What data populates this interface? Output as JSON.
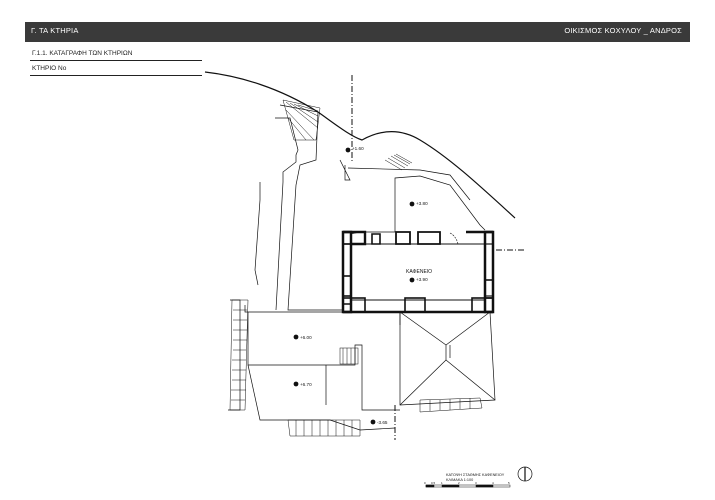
{
  "header": {
    "section_title": "Γ. ΤΑ ΚΤΗΡΙΑ",
    "project_title": "ΟΙΚΙΣΜΟΣ ΚΟΧΥΛΟΥ _ ΑΝΔΡΟΣ"
  },
  "subheader": {
    "subsection": "Γ.1.1. ΚΑΤΑΓΡΑΦΗ ΤΩΝ ΚΤΗΡΙΩΝ",
    "building": "ΚΤΗΡΙΟ Νο"
  },
  "plan": {
    "building_label": "ΚΑΦΕΝΕΙΟ",
    "levels": [
      "+1.60",
      "+3.80",
      "+3.90",
      "+6.00",
      "+6.70",
      "-3.65"
    ]
  },
  "legend": {
    "line1": "ΚΑΤΟΨΗ ΣΤΑΘΜΗΣ ΚΑΦΕΝΕΙΟΥ",
    "line2": "ΚΛΙΜΑΚΑ 1:100",
    "scale_ticks": [
      "0",
      "0.5",
      "1",
      "2",
      "3",
      "4",
      "5"
    ]
  }
}
